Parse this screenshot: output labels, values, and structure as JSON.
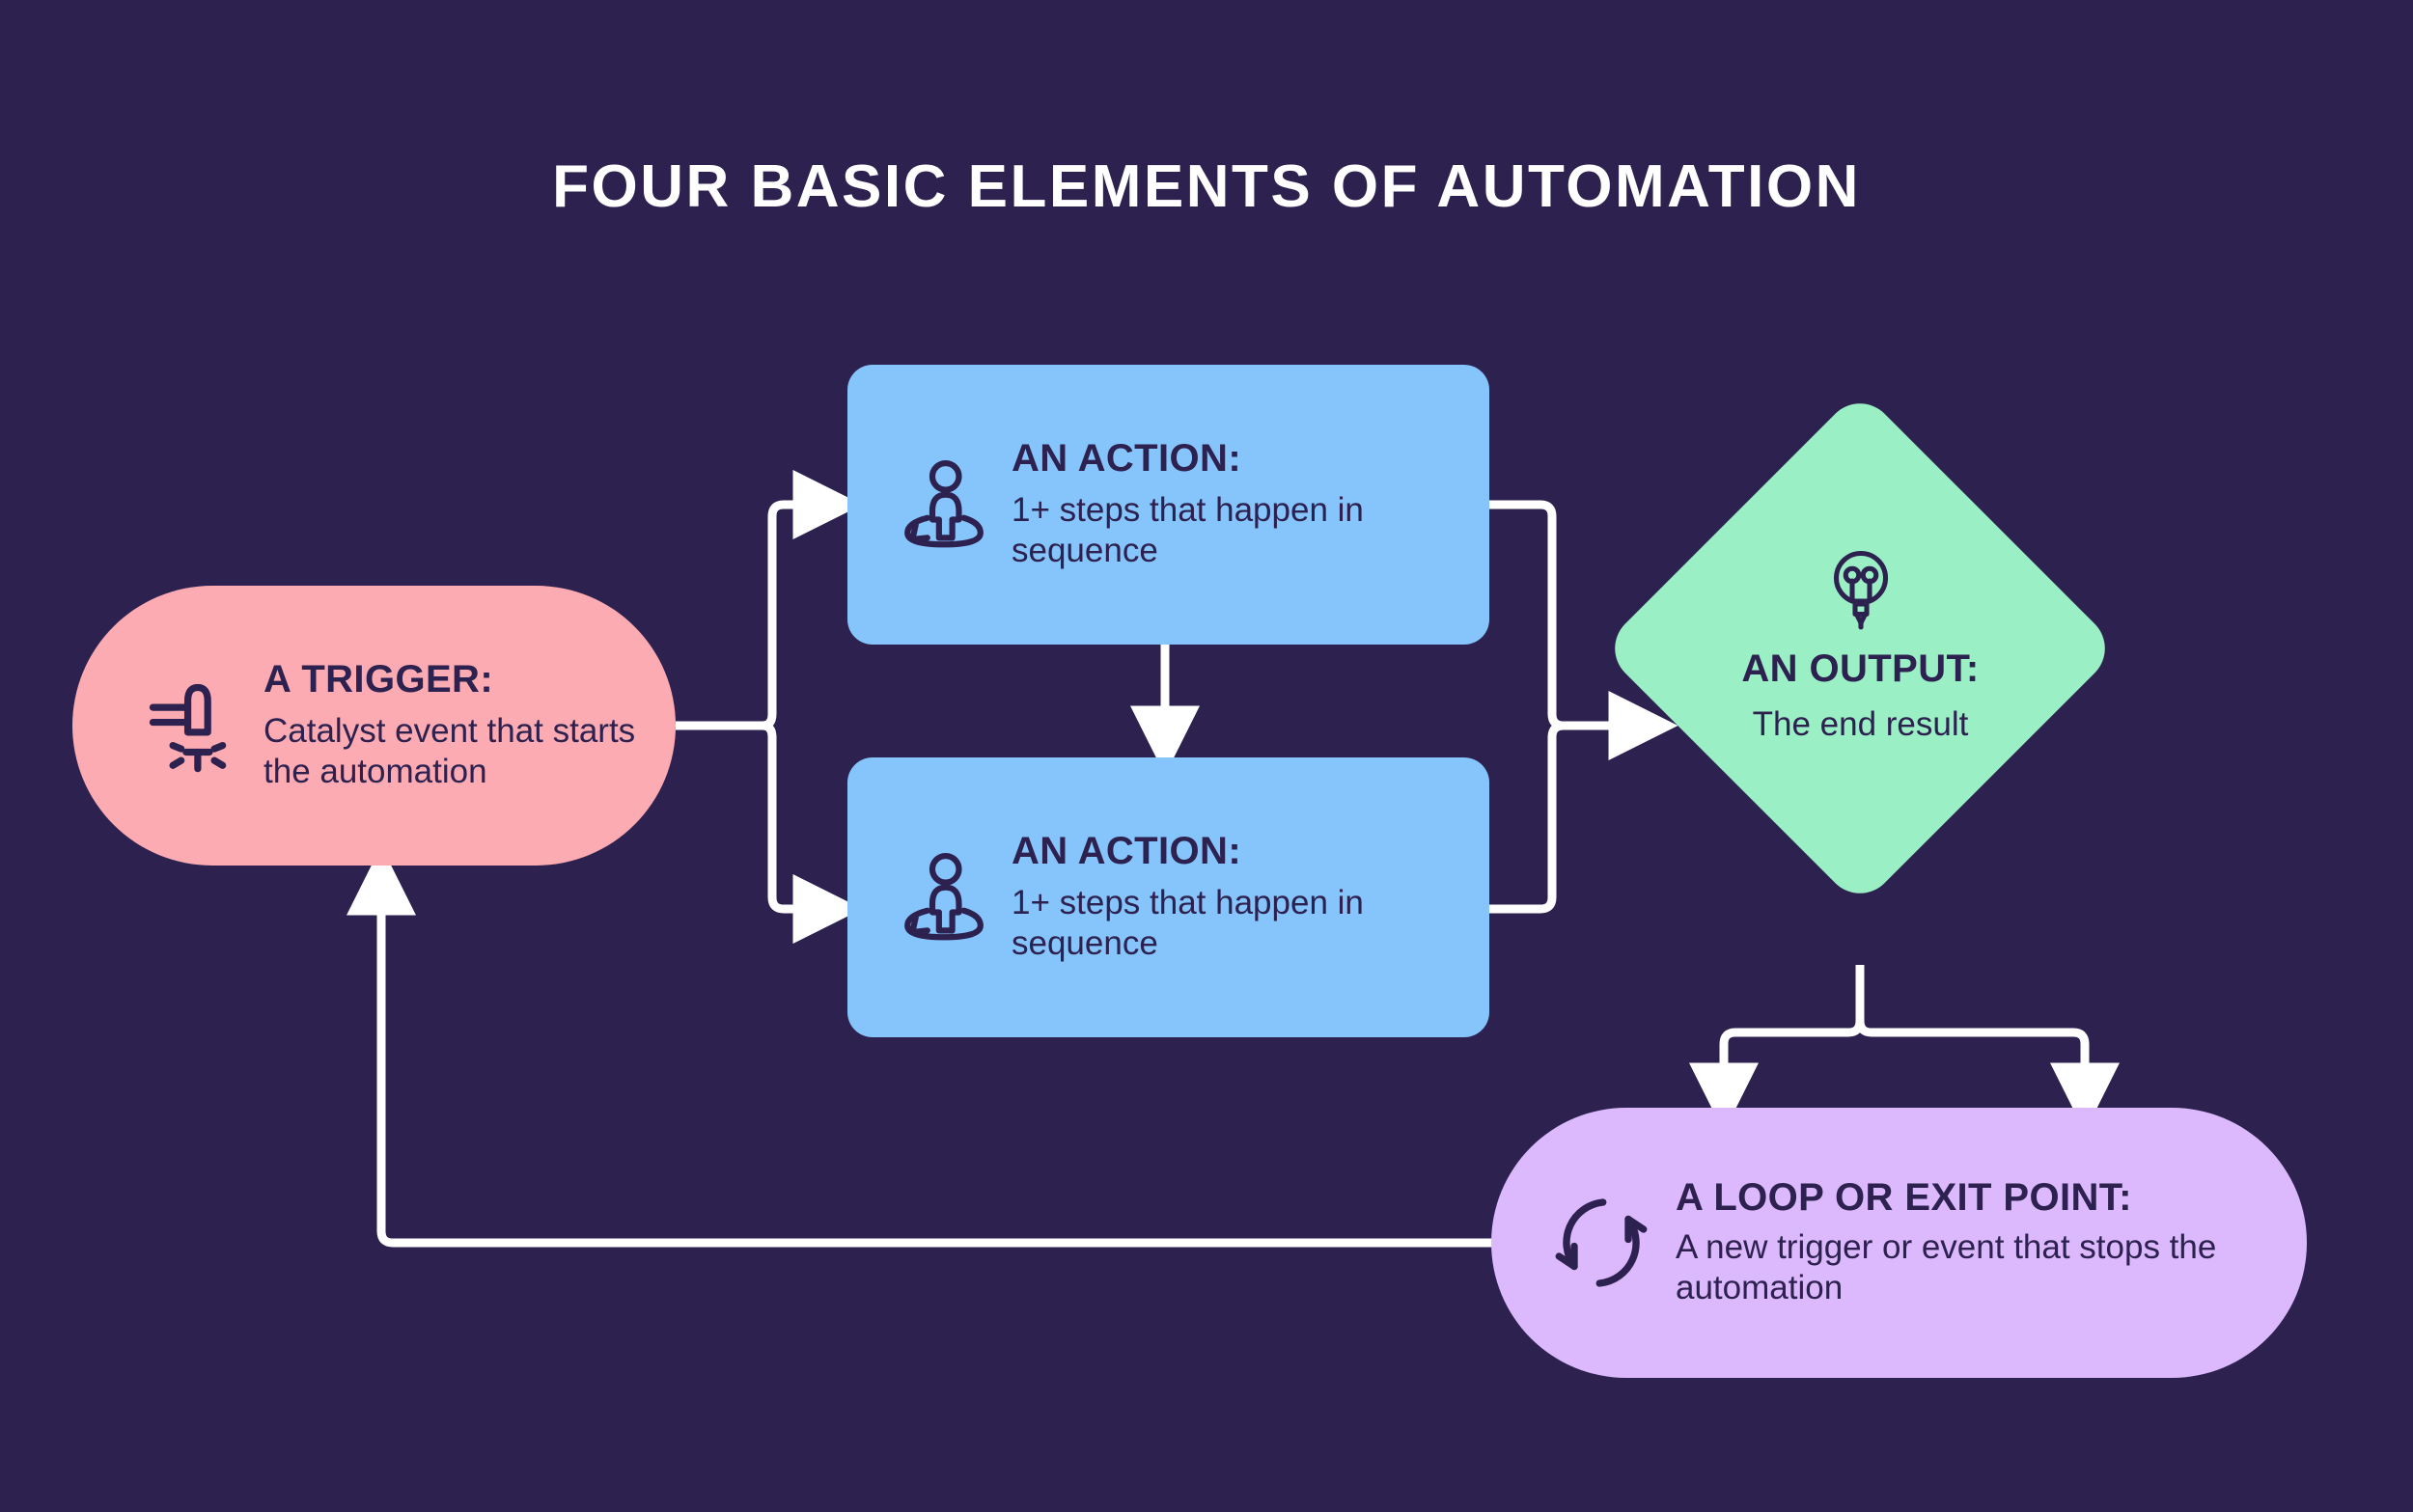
{
  "title": "FOUR BASIC ELEMENTS OF AUTOMATION",
  "colors": {
    "background": "#2d2150",
    "text_dark": "#2d2150",
    "title_text": "#ffffff",
    "connector": "#ffffff",
    "trigger": "#fdabb2",
    "action": "#85c5fc",
    "output": "#9aefc4",
    "loop": "#dcb8fd"
  },
  "nodes": {
    "trigger": {
      "heading": "A TRIGGER:",
      "description": "Catalyst event that starts the automation",
      "icon": "plug-spark-icon",
      "shape": "pill"
    },
    "action1": {
      "heading": "AN ACTION:",
      "description": "1+ steps that happen in sequence",
      "icon": "person-rotate-icon",
      "shape": "rounded-rectangle"
    },
    "action2": {
      "heading": "AN ACTION:",
      "description": "1+ steps that happen in sequence",
      "icon": "person-rotate-icon",
      "shape": "rounded-rectangle"
    },
    "output": {
      "heading": "AN OUTPUT:",
      "description": "The end result",
      "icon": "lightbulb-icon",
      "shape": "diamond"
    },
    "loop": {
      "heading": "A LOOP OR EXIT POINT:",
      "description": "A new trigger or event that stops the automation",
      "icon": "refresh-loop-icon",
      "shape": "pill"
    }
  },
  "connections": [
    {
      "from": "trigger",
      "to": "action1",
      "style": "branch-up-arrow"
    },
    {
      "from": "trigger",
      "to": "action2",
      "style": "branch-down-arrow"
    },
    {
      "from": "action1",
      "to": "action2",
      "style": "vertical-arrow"
    },
    {
      "from": "action1",
      "to": "output",
      "style": "merge-arrow"
    },
    {
      "from": "action2",
      "to": "output",
      "style": "merge-arrow"
    },
    {
      "from": "output",
      "to": "loop",
      "style": "split-two-arrows-down"
    },
    {
      "from": "loop",
      "to": "trigger",
      "style": "feedback-loop-arrow-up"
    }
  ]
}
